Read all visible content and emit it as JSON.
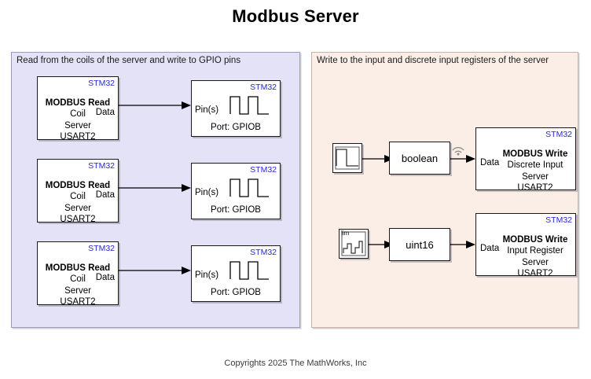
{
  "page": {
    "title": "Modbus Server",
    "footer": "Copyrights 2025 The MathWorks, Inc",
    "background": "#ffffff"
  },
  "panels": {
    "left": {
      "label": "Read from the coils of the server and write to GPIO pins",
      "fill": "#e3e2f7",
      "border": "#9c9cc0"
    },
    "right": {
      "label": "Write to the input and discrete input registers of the server",
      "fill": "#fbeee6",
      "border": "#c9b3a6"
    }
  },
  "style": {
    "vendor_tag_color": "#2727e0",
    "block_fill": "#ffffff",
    "block_border": "#1a1a1a"
  },
  "read_chains": [
    {
      "read_block": {
        "vendor": "STM32",
        "title": "MODBUS Read",
        "register": "Coil",
        "server": "Server",
        "port": "USART2",
        "out_port": "Data"
      },
      "gpio_block": {
        "vendor": "STM32",
        "in_port": "Pin(s)",
        "port_text": "Port: GPIOB",
        "icon": "square-wave-icon"
      }
    },
    {
      "read_block": {
        "vendor": "STM32",
        "title": "MODBUS Read",
        "register": "Coil",
        "server": "Server",
        "port": "USART2",
        "out_port": "Data"
      },
      "gpio_block": {
        "vendor": "STM32",
        "in_port": "Pin(s)",
        "port_text": "Port: GPIOB",
        "icon": "square-wave-icon"
      }
    },
    {
      "read_block": {
        "vendor": "STM32",
        "title": "MODBUS Read",
        "register": "Coil",
        "server": "Server",
        "port": "USART2",
        "out_port": "Data"
      },
      "gpio_block": {
        "vendor": "STM32",
        "in_port": "Pin(s)",
        "port_text": "Port: GPIOB",
        "icon": "square-wave-icon"
      }
    }
  ],
  "write_chains": [
    {
      "source": {
        "icon": "pulse-generator-icon",
        "label": ""
      },
      "convert": {
        "label": "boolean"
      },
      "signal_marker": "wireless-signal-icon",
      "write_block": {
        "vendor": "STM32",
        "title": "MODBUS Write",
        "register": "Discrete Input",
        "server": "Server",
        "port": "USART2",
        "in_port": "Data"
      }
    },
    {
      "source": {
        "icon": "counter-limited-icon",
        "label": "lim"
      },
      "convert": {
        "label": "uint16"
      },
      "signal_marker": "",
      "write_block": {
        "vendor": "STM32",
        "title": "MODBUS Write",
        "register": "Input Register",
        "server": "Server",
        "port": "USART2",
        "in_port": "Data"
      }
    }
  ]
}
